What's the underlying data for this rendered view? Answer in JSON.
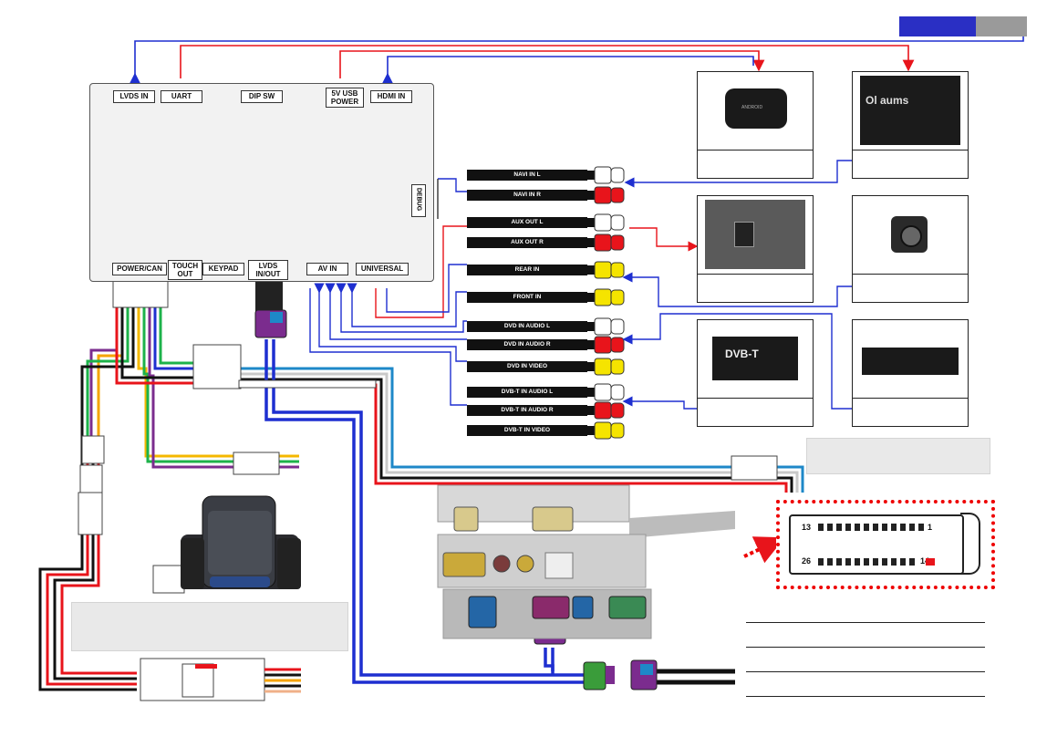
{
  "ports": {
    "lvds_in": "LVDS IN",
    "uart": "UART",
    "dip_sw": "DIP SW",
    "sv_usb_power_1": "5V USB",
    "sv_usb_power_2": "POWER",
    "hdmi_in": "HDMI IN",
    "debug": "DEBUG",
    "power_can": "POWER/CAN",
    "touch_out_1": "TOUCH",
    "touch_out_2": "OUT",
    "keypad": "KEYPAD",
    "lvds_inout_1": "LVDS",
    "lvds_inout_2": "IN/OUT",
    "av_in": "AV IN",
    "universal": "UNIVERSAL"
  },
  "rca": [
    {
      "label": "NAVI IN L",
      "color": "#ffffff"
    },
    {
      "label": "NAVI IN R",
      "color": "#e8141b"
    },
    {
      "label": "AUX OUT L",
      "color": "#ffffff"
    },
    {
      "label": "AUX OUT R",
      "color": "#e8141b"
    },
    {
      "label": "REAR IN",
      "color": "#f5e400"
    },
    {
      "label": "FRONT IN",
      "color": "#f5e400"
    },
    {
      "label": "DVD IN AUDIO L",
      "color": "#ffffff"
    },
    {
      "label": "DVD IN AUDIO R",
      "color": "#e8141b"
    },
    {
      "label": "DVD IN VIDEO",
      "color": "#f5e400"
    },
    {
      "label": "DVB-T IN AUDIO L",
      "color": "#ffffff"
    },
    {
      "label": "DVB-T IN AUDIO R",
      "color": "#e8141b"
    },
    {
      "label": "DVB-T IN VIDEO",
      "color": "#f5e400"
    }
  ],
  "devices": {
    "android_box_brand": "ANDROID",
    "navi_logo": "Ol aums",
    "dvbt_label": "DVB-T"
  },
  "connector": {
    "pin_13": "13",
    "pin_1": "1",
    "pin_26": "26",
    "pin_14": "14"
  },
  "colors": {
    "header_blue": "#2a2fc4",
    "header_gray": "#9a9a9a",
    "wire_blue": "#1e2fd0",
    "wire_red": "#e8141b",
    "wire_black": "#111111",
    "connector_purple": "#7b2c8e",
    "highlight_red": "#e00000"
  }
}
